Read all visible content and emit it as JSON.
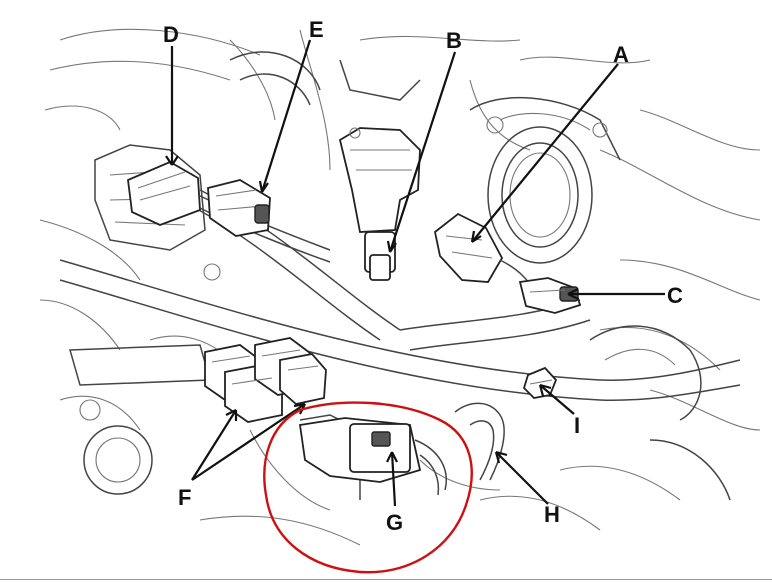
{
  "diagram": {
    "labels": {
      "A": "A",
      "B": "B",
      "C": "C",
      "D": "D",
      "E": "E",
      "F": "F",
      "G": "G",
      "H": "H",
      "I": "I"
    },
    "colors": {
      "line": "#222222",
      "highlight_circle": "#cc1111",
      "background": "#ffffff"
    }
  }
}
